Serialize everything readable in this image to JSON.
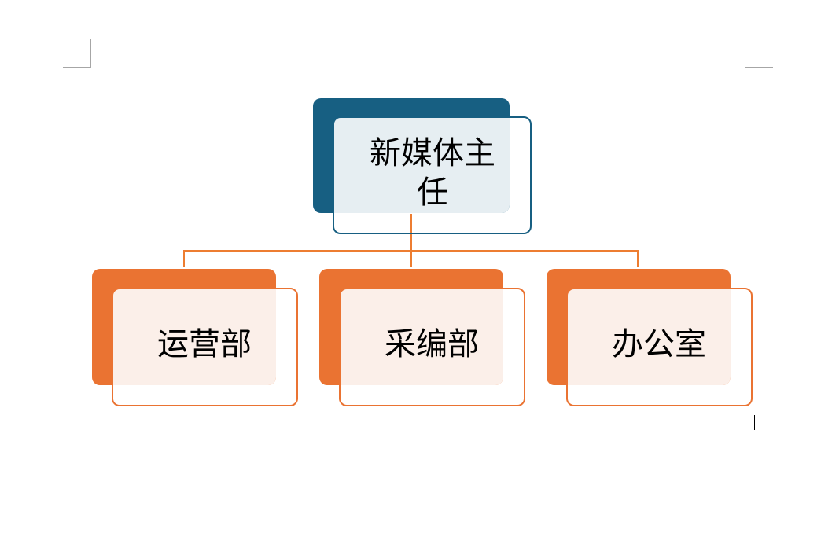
{
  "colors": {
    "root": "#175F82",
    "root_light": "#E6EEF2",
    "child": "#EA7332",
    "child_light": "#FBEFE9",
    "connector": "#ED7D31"
  },
  "org_chart": {
    "root": {
      "label": "新媒体主任"
    },
    "children": [
      {
        "label": "运营部"
      },
      {
        "label": "采编部"
      },
      {
        "label": "办公室"
      }
    ]
  }
}
